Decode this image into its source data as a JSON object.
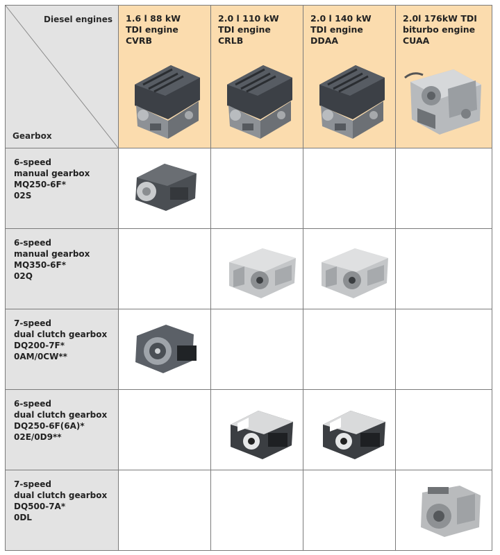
{
  "corner": {
    "top_label": "Diesel engines",
    "bottom_label": "Gearbox"
  },
  "engines": [
    {
      "lines": [
        "1.6 l 88 kW",
        "TDI engine",
        "CVRB"
      ],
      "image": "diesel-engine-image"
    },
    {
      "lines": [
        "2.0 l 110 kW",
        "TDI engine",
        "CRLB"
      ],
      "image": "diesel-engine-image"
    },
    {
      "lines": [
        "2.0 l 140 kW",
        "TDI engine",
        "DDAA"
      ],
      "image": "diesel-engine-image"
    },
    {
      "lines": [
        "2.0l 176kW TDI",
        "biturbo engine",
        "CUAA"
      ],
      "image": "biturbo-engine-image"
    }
  ],
  "gearboxes": [
    {
      "lines": [
        "6-speed",
        "manual gearbox",
        "MQ250-6F*",
        "02S"
      ],
      "fitted": [
        true,
        false,
        false,
        false
      ],
      "image": "manual-gearbox-image"
    },
    {
      "lines": [
        "6-speed",
        "manual gearbox",
        "MQ350-6F*",
        "02Q"
      ],
      "fitted": [
        false,
        true,
        true,
        false
      ],
      "image": "manual-gearbox-image"
    },
    {
      "lines": [
        "7-speed",
        "dual clutch gearbox",
        "DQ200-7F*",
        "0AM/0CW**"
      ],
      "fitted": [
        true,
        false,
        false,
        false
      ],
      "image": "dsg-gearbox-image"
    },
    {
      "lines": [
        "6-speed",
        "dual clutch gearbox",
        "DQ250-6F(6A)*",
        "02E/0D9**"
      ],
      "fitted": [
        false,
        true,
        true,
        false
      ],
      "image": "dsg-gearbox-image"
    },
    {
      "lines": [
        "7-speed",
        "dual clutch gearbox",
        "DQ500-7A*",
        "0DL"
      ],
      "fitted": [
        false,
        false,
        false,
        true
      ],
      "image": "dsg-gearbox-image"
    }
  ],
  "colors": {
    "engine_header_bg": "#fbdcae",
    "gearbox_header_bg": "#e3e3e3",
    "grid": "#7a7a7a"
  }
}
